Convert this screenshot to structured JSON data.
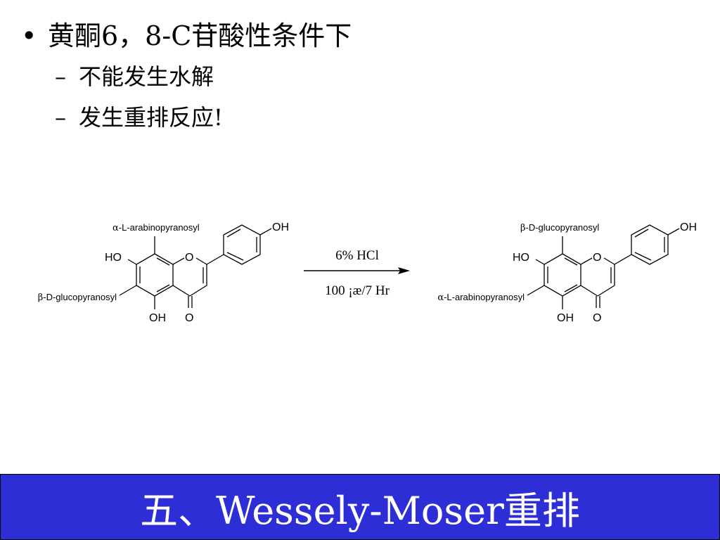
{
  "slide": {
    "bullet": "黄酮6，8-C苷酸性条件下",
    "sub_items": [
      "不能发生水解",
      "发生重排反应!"
    ],
    "title": "五、Wessely-Moser重排",
    "footer_color": "#2e2ed6"
  },
  "scheme": {
    "left": {
      "top_sugar_greek": "α",
      "top_sugar": "-L-arabinopyranosyl",
      "side_sugar_greek": "β",
      "side_sugar": "-D-glucopyranosyl",
      "oh_top": "OH",
      "ho": "HO",
      "oh_bottom": "OH",
      "ring_o": "O",
      "carbonyl_o": "O"
    },
    "right": {
      "top_sugar_greek": "β",
      "top_sugar": "-D-glucopyranosyl",
      "side_sugar_greek": "α",
      "side_sugar": "-L-arabinopyranosyl",
      "oh_top": "OH",
      "ho": "HO",
      "oh_bottom": "OH",
      "ring_o": "O",
      "carbonyl_o": "O"
    },
    "reagent": "6% HCl",
    "conditions": "100 ¡æ/7 Hr"
  }
}
